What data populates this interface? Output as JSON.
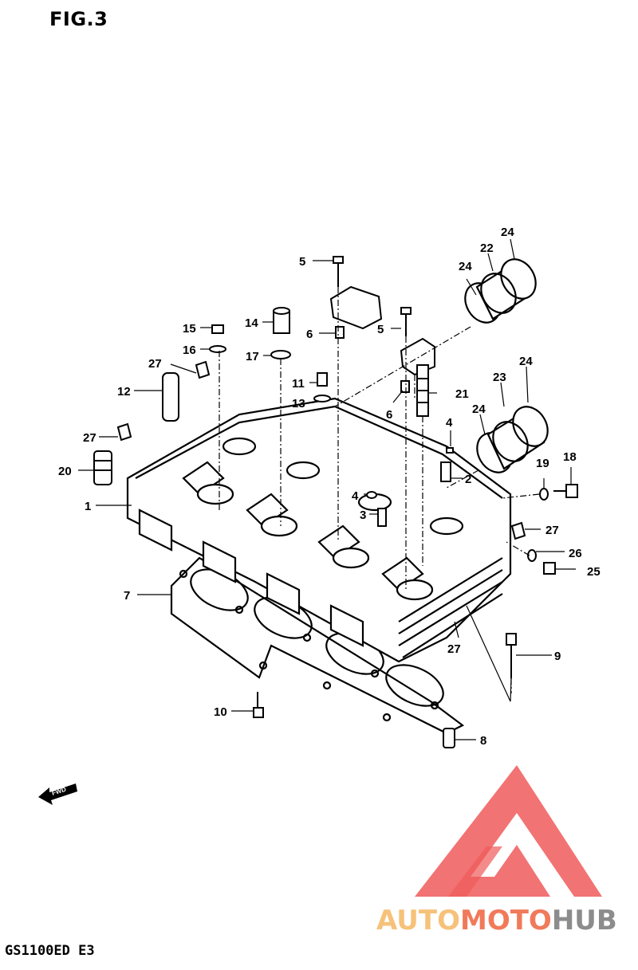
{
  "figure": {
    "title": "FIG.3"
  },
  "footer": {
    "model_code": "GS1100ED E3"
  },
  "front_arrow": {
    "label": "FWD"
  },
  "watermark": {
    "brand_parts": [
      "AUTO",
      "MOTO",
      "HUB"
    ],
    "colors": {
      "triangle": "#f05a5a",
      "auto": "#f6c27a",
      "moto": "#f07a5a",
      "hub": "#8c8c8c"
    }
  },
  "callouts": [
    "1",
    "2",
    "3",
    "4",
    "4",
    "5",
    "5",
    "6",
    "6",
    "7",
    "8",
    "9",
    "10",
    "11",
    "12",
    "13",
    "14",
    "15",
    "16",
    "17",
    "18",
    "19",
    "20",
    "21",
    "22",
    "23",
    "24",
    "24",
    "24",
    "24",
    "25",
    "26",
    "27",
    "27",
    "27",
    "27",
    "27"
  ]
}
